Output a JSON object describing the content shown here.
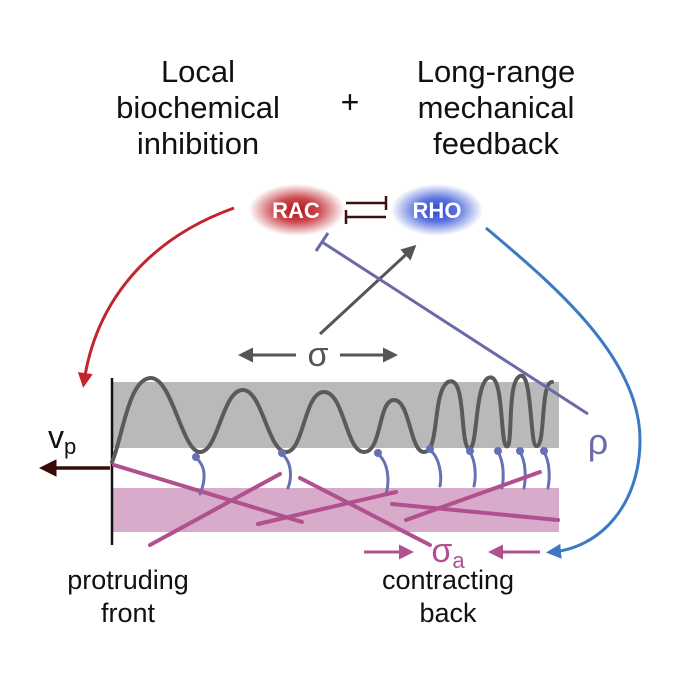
{
  "header": {
    "left_lines": [
      "Local",
      "biochemical",
      "inhibition"
    ],
    "plus": "+",
    "right_lines": [
      "Long-range",
      "mechanical",
      "feedback"
    ]
  },
  "molecules": {
    "rac": "RAC",
    "rho": "RHO"
  },
  "symbols": {
    "sigma": "σ",
    "rho": "ρ",
    "sigma_a_base": "σ",
    "sigma_a_sub": "a",
    "vp_base": "v",
    "vp_sub": "p"
  },
  "footer": {
    "front_lines": [
      "protruding",
      "front"
    ],
    "back_lines": [
      "contracting",
      "back"
    ]
  },
  "colors": {
    "rac_red": "#c0262c",
    "rho_blue": "#3f5bd8",
    "feedback_blue": "#3b79c4",
    "inhibit_purple": "#6b6aa8",
    "membrane_gray": "#b9b9b9",
    "cortex_pink": "#d7abc9",
    "actin_magenta": "#b0508f",
    "tether_blue": "#6670b4",
    "membrane_line": "#5a5a5a",
    "arrow_gray": "#555555",
    "vp_dark": "#3a0a0a"
  }
}
